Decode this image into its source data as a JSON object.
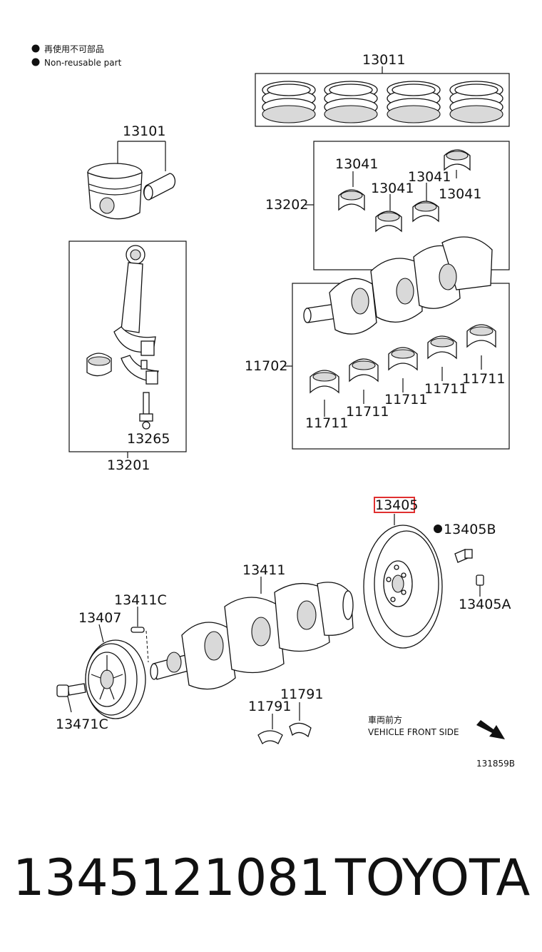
{
  "legend": {
    "japanese": "再使用不可部品",
    "english": "Non-reusable part"
  },
  "labels": {
    "p13011": "13011",
    "p13101": "13101",
    "p13041_a": "13041",
    "p13041_b": "13041",
    "p13041_c": "13041",
    "p13041_d": "13041",
    "p13202": "13202",
    "p11702": "11702",
    "p11711_a": "11711",
    "p11711_b": "11711",
    "p11711_c": "11711",
    "p11711_d": "11711",
    "p11711_e": "11711",
    "p13265": "13265",
    "p13201": "13201",
    "p13405": "13405",
    "p13405B": "13405B",
    "p13405A": "13405A",
    "p13411": "13411",
    "p13411C": "13411C",
    "p13407": "13407",
    "p13471C": "13471C",
    "p11791_a": "11791",
    "p11791_b": "11791"
  },
  "direction": {
    "japanese": "車両前方",
    "english": "VEHICLE FRONT SIDE"
  },
  "diagram_code": "131859B",
  "footer": {
    "part_number": "1345121081",
    "brand": "TOYOTA"
  },
  "colors": {
    "highlight": "#e03030",
    "ink": "#111111"
  }
}
